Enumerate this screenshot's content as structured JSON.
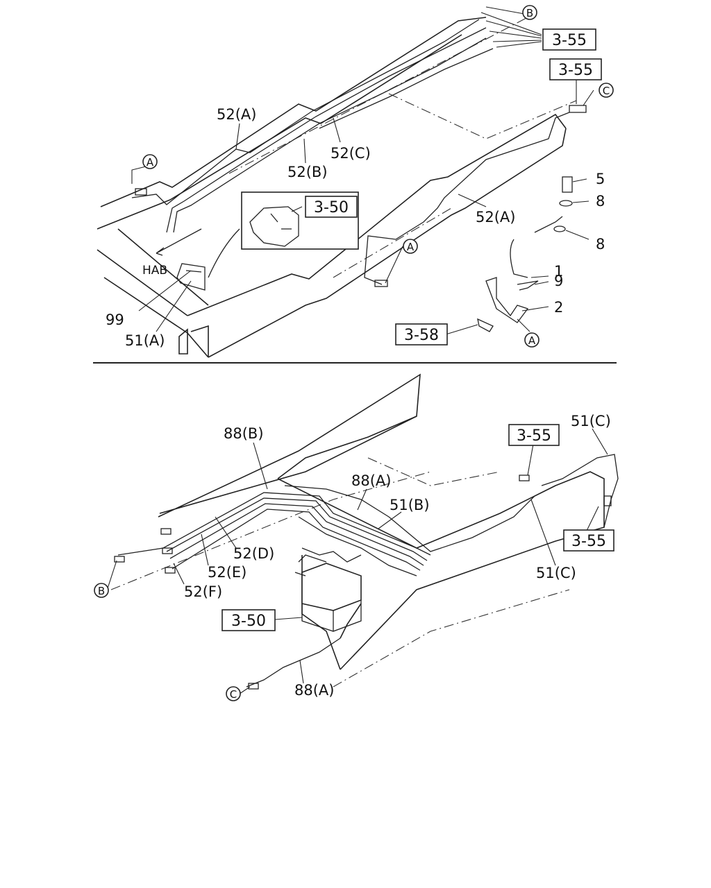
{
  "top_labels": {
    "l52A_1": "52(A)",
    "l52C": "52(C)",
    "l52B": "52(B)",
    "l52A_2": "52(A)",
    "l99": "99",
    "l51A": "51(A)",
    "hab": "HAB",
    "n5": "5",
    "n8a": "8",
    "n8b": "8",
    "n1": "1",
    "n9": "9",
    "n2": "2"
  },
  "bottom_labels": {
    "l88B": "88(B)",
    "l88A_1": "88(A)",
    "l51B": "51(B)",
    "l52D": "52(D)",
    "l52E": "52(E)",
    "l52F": "52(F)",
    "l51C_1": "51(C)",
    "l51C_2": "51(C)",
    "l88A_2": "88(A)"
  },
  "refs": {
    "r355_top1": "3-55",
    "r355_top2": "3-55",
    "r350_top": "3-50",
    "r358": "3-58",
    "r355_bot1": "3-55",
    "r355_bot2": "3-55",
    "r350_bot": "3-50"
  },
  "circles": {
    "cB_top": "B",
    "cC_top": "C",
    "cA_1": "A",
    "cA_2": "A",
    "cA_3": "A",
    "cB_bot": "B",
    "cC_bot": "C"
  }
}
